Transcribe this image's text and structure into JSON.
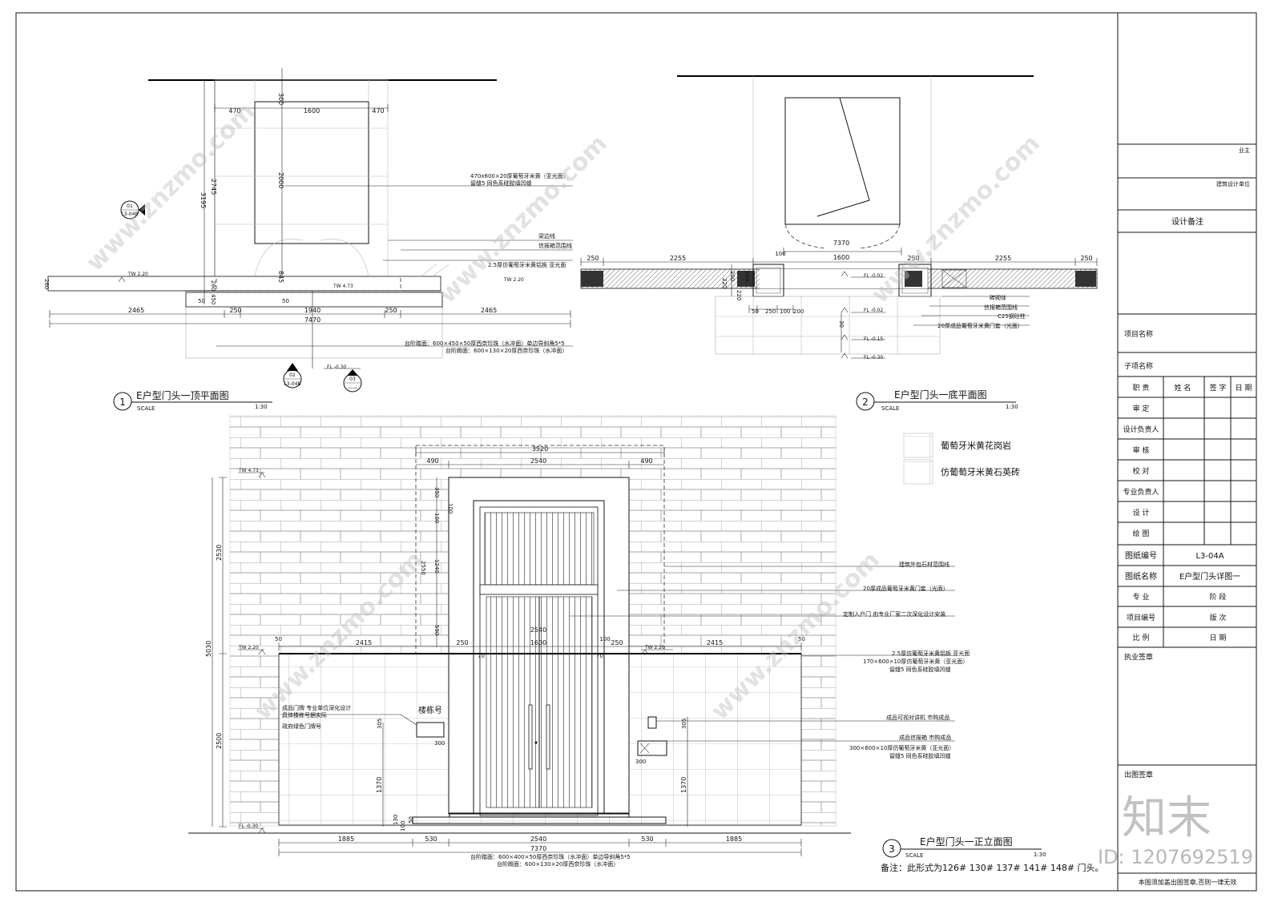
{
  "views": {
    "top_plan": {
      "num": "1",
      "title": "E户型门头一顶平面图",
      "scale_label": "SCALE",
      "scale": "1:30",
      "dims": {
        "d470a": "470",
        "d1600": "1600",
        "d470b": "470",
        "d300": "300",
        "d2000": "2000",
        "d2745": "2745",
        "d3195": "3195",
        "d845": "845",
        "d260a": "260",
        "d260b": "260",
        "d450": "450",
        "d50a": "50",
        "d50b": "50",
        "d2465a": "2465",
        "d250a": "250",
        "d1940": "1940",
        "d250b": "250",
        "d2465b": "2465",
        "d7470": "7470"
      },
      "notes": {
        "n1": "470x600×20厚葡萄牙米黄（亚光面）",
        "n2": "留缝5 同色系硅胶填凹缝",
        "n3": "梁边线",
        "n4": "信报箱范围线",
        "n5": "2.5厚仿葡萄牙米黄铝板 亚光面",
        "n6": "台阶踏面：600×450×50厚西奈珍珠（水冲面）单边导斜角5*5",
        "n7": "台阶踢面：600×130×20厚西奈珍珠（水冲面）"
      },
      "levels": {
        "tw1": "TW 2.20",
        "tw2": "TW 4.73",
        "tw3": "TW 2.20",
        "fl": "FL -0.30"
      },
      "refs": {
        "r1_num": "01",
        "r1_ref": "L3-04B",
        "r2_num": "02",
        "r2_ref": "L3-04B",
        "r3_num": "03",
        "r3_ref": "——"
      }
    },
    "bottom_plan": {
      "num": "2",
      "title": "E户型门头一底平面图",
      "scale_label": "SCALE",
      "scale": "1:30",
      "dims": {
        "d7370": "7370",
        "d1600": "1600",
        "d250a": "250",
        "d2255a": "2255",
        "d100": "100",
        "d250b": "250",
        "d2255b": "2255",
        "d250c": "250",
        "d200": "200",
        "d260": "260",
        "d220a": "220",
        "d220b": "220",
        "d50": "50",
        "d250d": "250",
        "d100b": "100",
        "d200b": "200",
        "d30": "30"
      },
      "notes": {
        "n1": "砖砌体",
        "n2": "信报箱范围线",
        "n3": "C25钢砼柱",
        "n4": "20厚成品葡萄牙米黄门套（光面）"
      },
      "levels": {
        "fl1": "FL -0.02",
        "fl2": "FL -0.02",
        "fl3": "FL -0.15",
        "fl4": "FL -0.30"
      }
    },
    "elevation": {
      "num": "3",
      "title": "E户型门头一正立面图",
      "scale_label": "SCALE",
      "scale": "1:30",
      "dims": {
        "d3520": "3520",
        "d490a": "490",
        "d2540a": "2540",
        "d490b": "490",
        "d350": "350",
        "d100a": "100",
        "d100b": "100",
        "d1240": "1240",
        "d2550": "2550",
        "d590": "590",
        "d2540b": "2540",
        "d50a": "50",
        "d2415a": "2415",
        "d250a": "250",
        "d1600": "1600",
        "d100c": "100",
        "d250b": "250",
        "d2415b": "2415",
        "d50b": "50",
        "d70a": "70",
        "d70b": "70",
        "d2530": "2530",
        "d5030": "5030",
        "d2500": "2500",
        "d1370a": "1370",
        "d305a": "305",
        "d300a": "300",
        "d305b": "305",
        "d300b": "300",
        "d1370b": "1370",
        "d130": "130",
        "d100d": "100",
        "d50c": "50",
        "d1885a": "1885",
        "d530a": "530",
        "d2540c": "2540",
        "d530b": "530",
        "d1885b": "1885",
        "d7370": "7370"
      },
      "notes": {
        "n1": "建筑外包石材范围线",
        "n2": "20厚成品葡萄牙米黄门套（光面）",
        "n3": "定制入户门 由专业厂家二次深化设计安装",
        "n4": "2.5厚仿葡萄牙米黄铝板 亚光面",
        "n5": "170×600×10厚仿葡萄牙米黄（亚光面）",
        "n6": "留缝5 同色系硅胶填凹缝",
        "n7": "成品可视对讲机 市购成品",
        "n8": "成品信报箱 市购成品",
        "n9": "300×600×10厚仿葡萄牙米黄（亚光面）",
        "n10": "留缝5 同色系硅胶填凹缝",
        "n11": "成品门牌 专业单位深化设计",
        "n12": "具体楼栋号据实际",
        "n13": "政府绿色门牌号",
        "n14": "楼栋号",
        "n15": "台阶踏面：600×400×50厚西奈珍珠（水冲面）单边导斜角5*5",
        "n16": "台阶踢面：600×130×20厚西奈珍珠（水冲面）"
      },
      "levels": {
        "tw1": "TW 4.73",
        "tw2": "TW 2.20",
        "tw3": "TW 2.20",
        "fl": "FL -0.30"
      },
      "remark": "备注：此形式为126# 130# 137# 141# 148# 门头。"
    }
  },
  "legend": [
    {
      "label": "葡萄牙米黄花岗岩"
    },
    {
      "label": "仿葡萄牙米黄石英砖"
    }
  ],
  "titleblock": {
    "owner": "业主",
    "designer": "建筑设计单位",
    "design_notes": "设计备注",
    "project_name": "项目名称",
    "sub_name": "子项名称",
    "role_h": "职 责",
    "name_h": "姓 名",
    "sign_h": "签 字",
    "date_h": "日 期",
    "roles": [
      "审 定",
      "设计负责人",
      "审 核",
      "校 对",
      "专业负责人",
      "设 计",
      "绘 图"
    ],
    "drawing_no_label": "图纸编号",
    "drawing_no": "L3-04A",
    "drawing_name_label": "图纸名称",
    "drawing_name": "E户型门头详图一",
    "major_label": "专 业",
    "stage_label": "阶 段",
    "proj_no_label": "项目编号",
    "version_label": "版 次",
    "ratio_label": "比 例",
    "date_label": "日 期",
    "seal_label": "执业签章",
    "out_seal_label": "出图签章",
    "footer": "本图须加盖出图签章,否则一律无效"
  },
  "watermark": {
    "text": "www.znzmo.com",
    "logo": "知末",
    "id": "ID: 1207692519"
  }
}
